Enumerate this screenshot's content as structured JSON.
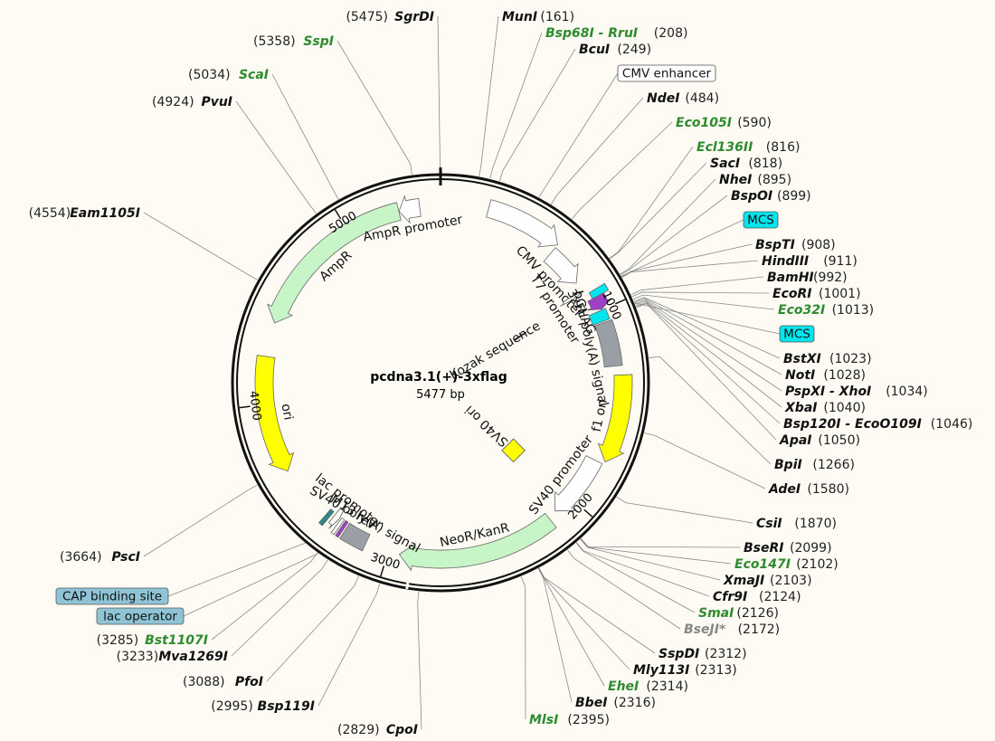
{
  "plasmid": {
    "name": "pcdna3.1(+)-3xflag",
    "length_label": "5477 bp",
    "total_bp": 5477
  },
  "colors": {
    "background": "#fdfbf3",
    "backbone": "#111111",
    "leader": "#8a8a8a",
    "enzyme_unique": "#111111",
    "enzyme_green": "#2e8b2e",
    "enzyme_gray": "#888888",
    "feature_white": "#ffffff",
    "feature_mint": "#c8f5c8",
    "feature_yellow": "#ffff00",
    "feature_cyan": "#00e5ee",
    "feature_gray": "#9a9fa6",
    "feature_purple": "#a040c8",
    "feature_teal": "#2a8a8a",
    "mcs_box": "#00e5ee",
    "lac_box": "#8fc4d6"
  },
  "ticks": [
    {
      "bp": 1000,
      "label": "1000"
    },
    {
      "bp": 2000,
      "label": "2000"
    },
    {
      "bp": 3000,
      "label": "3000"
    },
    {
      "bp": 4000,
      "label": "4000"
    },
    {
      "bp": 5000,
      "label": "5000"
    }
  ],
  "features": [
    {
      "name": "CMV enhancer",
      "start": 235,
      "end": 614,
      "color": "white",
      "arrow": "cw",
      "label": ""
    },
    {
      "name": "CMV promoter",
      "start": 615,
      "end": 818,
      "color": "white",
      "arrow": "cw",
      "label": "CMV promoter"
    },
    {
      "name": "T7 promoter",
      "start": 863,
      "end": 881,
      "color": "white",
      "arrow": "cw",
      "label": "T7 promoter"
    },
    {
      "name": "Kozak sequence",
      "start": 905,
      "end": 914,
      "color": "gray",
      "arrow": "none",
      "label": "Kozak sequence"
    },
    {
      "name": "MCS1",
      "start": 895,
      "end": 930,
      "color": "cyan",
      "arrow": "none",
      "label": ""
    },
    {
      "name": "3xFLAG",
      "start": 930,
      "end": 996,
      "color": "purple",
      "arrow": "cw",
      "label": "3xFLAG"
    },
    {
      "name": "MCS2",
      "start": 1000,
      "end": 1055,
      "color": "cyan",
      "arrow": "none",
      "label": ""
    },
    {
      "name": "bGH poly(A) signal",
      "start": 1062,
      "end": 1286,
      "color": "gray",
      "arrow": "none",
      "label": "bGH poly(A) signal"
    },
    {
      "name": "f1 ori",
      "start": 1332,
      "end": 1760,
      "color": "yellow",
      "arrow": "cw",
      "label": "f1 ori"
    },
    {
      "name": "SV40 promoter",
      "start": 1774,
      "end": 2103,
      "color": "white",
      "arrow": "cw",
      "label": "SV40 promoter"
    },
    {
      "name": "SV40 ori",
      "start": 1954,
      "end": 2089,
      "color": "yellow",
      "arrow": "none",
      "label": "SV40 ori"
    },
    {
      "name": "NeoR/KanR",
      "start": 2150,
      "end": 2944,
      "color": "mint",
      "arrow": "cw",
      "label": "NeoR/KanR"
    },
    {
      "name": "SV40 poly(A) signal",
      "start": 3118,
      "end": 3239,
      "color": "gray",
      "arrow": "none",
      "label": "SV40 poly(A) signal"
    },
    {
      "name": "M13 rev",
      "start": 3248,
      "end": 3264,
      "color": "purple",
      "arrow": "none",
      "label": "M13 rev"
    },
    {
      "name": "lac operator",
      "start": 3272,
      "end": 3288,
      "color": "white",
      "arrow": "none",
      "label": ""
    },
    {
      "name": "lac promoter",
      "start": 3296,
      "end": 3326,
      "color": "white",
      "arrow": "ccw",
      "label": "lac promoter"
    },
    {
      "name": "CAP binding site",
      "start": 3341,
      "end": 3362,
      "color": "teal",
      "arrow": "none",
      "label": ""
    },
    {
      "name": "ori",
      "start": 3650,
      "end": 4238,
      "color": "yellow",
      "arrow": "ccw",
      "label": "ori"
    },
    {
      "name": "AmpR",
      "start": 4409,
      "end": 5269,
      "color": "mint",
      "arrow": "ccw",
      "label": "AmpR"
    },
    {
      "name": "AmpR promoter",
      "start": 5270,
      "end": 5374,
      "color": "white",
      "arrow": "ccw",
      "label": "AmpR promoter"
    }
  ],
  "sites": [
    {
      "enzyme": "SgrDI",
      "position": "(5475)",
      "bp": 5475,
      "color": "black",
      "side": "left"
    },
    {
      "enzyme": "MunI",
      "position": "(161)",
      "bp": 161,
      "color": "black",
      "side": "right"
    },
    {
      "enzyme": "Bsp68I - RruI",
      "position": "(208)",
      "bp": 208,
      "color": "green",
      "side": "right"
    },
    {
      "enzyme": "BcuI",
      "position": "(249)",
      "bp": 249,
      "color": "black",
      "side": "right"
    },
    {
      "enzyme": "NdeI",
      "position": "(484)",
      "bp": 484,
      "color": "black",
      "side": "right"
    },
    {
      "enzyme": "Eco105I",
      "position": "(590)",
      "bp": 590,
      "color": "green",
      "side": "right"
    },
    {
      "enzyme": "Ecl136II",
      "position": "(816)",
      "bp": 816,
      "color": "green",
      "side": "right"
    },
    {
      "enzyme": "SacI",
      "position": "(818)",
      "bp": 818,
      "color": "black",
      "side": "right"
    },
    {
      "enzyme": "NheI",
      "position": "(895)",
      "bp": 895,
      "color": "black",
      "side": "right"
    },
    {
      "enzyme": "BspOI",
      "position": "(899)",
      "bp": 899,
      "color": "black",
      "side": "right"
    },
    {
      "enzyme": "BspTI",
      "position": "(908)",
      "bp": 908,
      "color": "black",
      "side": "right"
    },
    {
      "enzyme": "HindIII",
      "position": "(911)",
      "bp": 911,
      "color": "black",
      "side": "right"
    },
    {
      "enzyme": "BamHI",
      "position": "(992)",
      "bp": 992,
      "color": "black",
      "side": "right"
    },
    {
      "enzyme": "EcoRI",
      "position": "(1001)",
      "bp": 1001,
      "color": "black",
      "side": "right"
    },
    {
      "enzyme": "Eco32I",
      "position": "(1013)",
      "bp": 1013,
      "color": "green",
      "side": "right"
    },
    {
      "enzyme": "BstXI",
      "position": "(1023)",
      "bp": 1023,
      "color": "black",
      "side": "right"
    },
    {
      "enzyme": "NotI",
      "position": "(1028)",
      "bp": 1028,
      "color": "black",
      "side": "right"
    },
    {
      "enzyme": "PspXI - XhoI",
      "position": "(1034)",
      "bp": 1034,
      "color": "black",
      "side": "right"
    },
    {
      "enzyme": "XbaI",
      "position": "(1040)",
      "bp": 1040,
      "color": "black",
      "side": "right"
    },
    {
      "enzyme": "Bsp120I - EcoO109I",
      "position": "(1046)",
      "bp": 1046,
      "color": "black",
      "side": "right"
    },
    {
      "enzyme": "ApaI",
      "position": "(1050)",
      "bp": 1050,
      "color": "black",
      "side": "right"
    },
    {
      "enzyme": "BpiI",
      "position": "(1266)",
      "bp": 1266,
      "color": "black",
      "side": "right"
    },
    {
      "enzyme": "AdeI",
      "position": "(1580)",
      "bp": 1580,
      "color": "black",
      "side": "right"
    },
    {
      "enzyme": "CsiI",
      "position": "(1870)",
      "bp": 1870,
      "color": "black",
      "side": "right"
    },
    {
      "enzyme": "BseRI",
      "position": "(2099)",
      "bp": 2099,
      "color": "black",
      "side": "right"
    },
    {
      "enzyme": "Eco147I",
      "position": "(2102)",
      "bp": 2102,
      "color": "green",
      "side": "right"
    },
    {
      "enzyme": "XmaJI",
      "position": "(2103)",
      "bp": 2103,
      "color": "black",
      "side": "right"
    },
    {
      "enzyme": "Cfr9I",
      "position": "(2124)",
      "bp": 2124,
      "color": "black",
      "side": "right"
    },
    {
      "enzyme": "SmaI",
      "position": "(2126)",
      "bp": 2126,
      "color": "green",
      "side": "right"
    },
    {
      "enzyme": "BseJI*",
      "position": "(2172)",
      "bp": 2172,
      "color": "gray",
      "side": "right"
    },
    {
      "enzyme": "SspDI",
      "position": "(2312)",
      "bp": 2312,
      "color": "black",
      "side": "right"
    },
    {
      "enzyme": "Mly113I",
      "position": "(2313)",
      "bp": 2313,
      "color": "black",
      "side": "right"
    },
    {
      "enzyme": "EheI",
      "position": "(2314)",
      "bp": 2314,
      "color": "green",
      "side": "right"
    },
    {
      "enzyme": "BbeI",
      "position": "(2316)",
      "bp": 2316,
      "color": "black",
      "side": "right"
    },
    {
      "enzyme": "MlsI",
      "position": "(2395)",
      "bp": 2395,
      "color": "green",
      "side": "right"
    },
    {
      "enzyme": "CpoI",
      "position": "(2829)",
      "bp": 2829,
      "color": "black",
      "side": "left"
    },
    {
      "enzyme": "Bsp119I",
      "position": "(2995)",
      "bp": 2995,
      "color": "black",
      "side": "left"
    },
    {
      "enzyme": "PfoI",
      "position": "(3088)",
      "bp": 3088,
      "color": "black",
      "side": "left"
    },
    {
      "enzyme": "Mva1269I",
      "position": "(3233)",
      "bp": 3233,
      "color": "black",
      "side": "left"
    },
    {
      "enzyme": "Bst1107I",
      "position": "(3285)",
      "bp": 3285,
      "color": "green",
      "side": "left"
    },
    {
      "enzyme": "PscI",
      "position": "(3664)",
      "bp": 3664,
      "color": "black",
      "side": "left"
    },
    {
      "enzyme": "Eam1105I",
      "position": "(4554)",
      "bp": 4554,
      "color": "black",
      "side": "left"
    },
    {
      "enzyme": "PvuI",
      "position": "(4924)",
      "bp": 4924,
      "color": "black",
      "side": "left"
    },
    {
      "enzyme": "ScaI",
      "position": "(5034)",
      "bp": 5034,
      "color": "green",
      "side": "left"
    },
    {
      "enzyme": "SspI",
      "position": "(5358)",
      "bp": 5358,
      "color": "green",
      "side": "left"
    }
  ],
  "boxed_labels": [
    {
      "text": "CMV enhancer",
      "style": "plain",
      "bp": 425
    },
    {
      "text": "MCS",
      "style": "mcs",
      "bp": 905
    },
    {
      "text": "MCS",
      "style": "mcs",
      "bp": 1030
    },
    {
      "text": "CAP binding site",
      "style": "lac",
      "bp": 3350
    },
    {
      "text": "lac operator",
      "style": "lac",
      "bp": 3280
    }
  ]
}
